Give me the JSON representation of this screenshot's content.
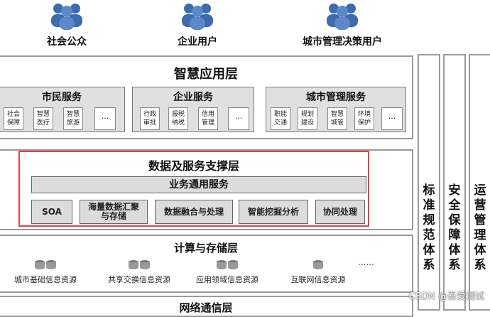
{
  "users": [
    {
      "label": "社会公众",
      "icon": "users-icon"
    },
    {
      "label": "企业用户",
      "icon": "users-icon"
    },
    {
      "label": "城市管理决策用户",
      "icon": "users-icon"
    }
  ],
  "app_layer": {
    "title": "智慧应用层",
    "groups": [
      {
        "title": "市民服务",
        "items": [
          "社会\n保障",
          "智慧\n医疗",
          "智慧\n旅游",
          "..."
        ]
      },
      {
        "title": "企业服务",
        "items": [
          "行政\n审批",
          "报税\n纳税",
          "信用\n管理",
          "..."
        ]
      },
      {
        "title": "城市管理服务",
        "items": [
          "职能\n交通",
          "规划\n建设",
          "智慧\n城管",
          "环境\n保护",
          "..."
        ]
      }
    ]
  },
  "support_layer": {
    "title": "数据及服务支撑层",
    "common": "业务通用服务",
    "services": [
      "SOA",
      "海量数据汇聚\n与存储",
      "数据融合与处理",
      "智能挖掘分析",
      "协同处理"
    ]
  },
  "storage_layer": {
    "title": "计算与存储层",
    "resources": [
      "城市基础信息资源",
      "共享交换信息资源",
      "应用领域信息资源",
      "互联网信息资源"
    ],
    "more": "......"
  },
  "network_layer": {
    "title": "网络通信层"
  },
  "columns": [
    "标准\n规范\n体系",
    "安全\n保障\n体系",
    "运营\n管理\n体系"
  ],
  "watermark": "CSDN @吾爱测试",
  "colors": {
    "group_bg": "#e0e0e0",
    "frame": "#9a9a9a",
    "highlight": "#e0404a",
    "user_icon": "#3b6cb0"
  }
}
